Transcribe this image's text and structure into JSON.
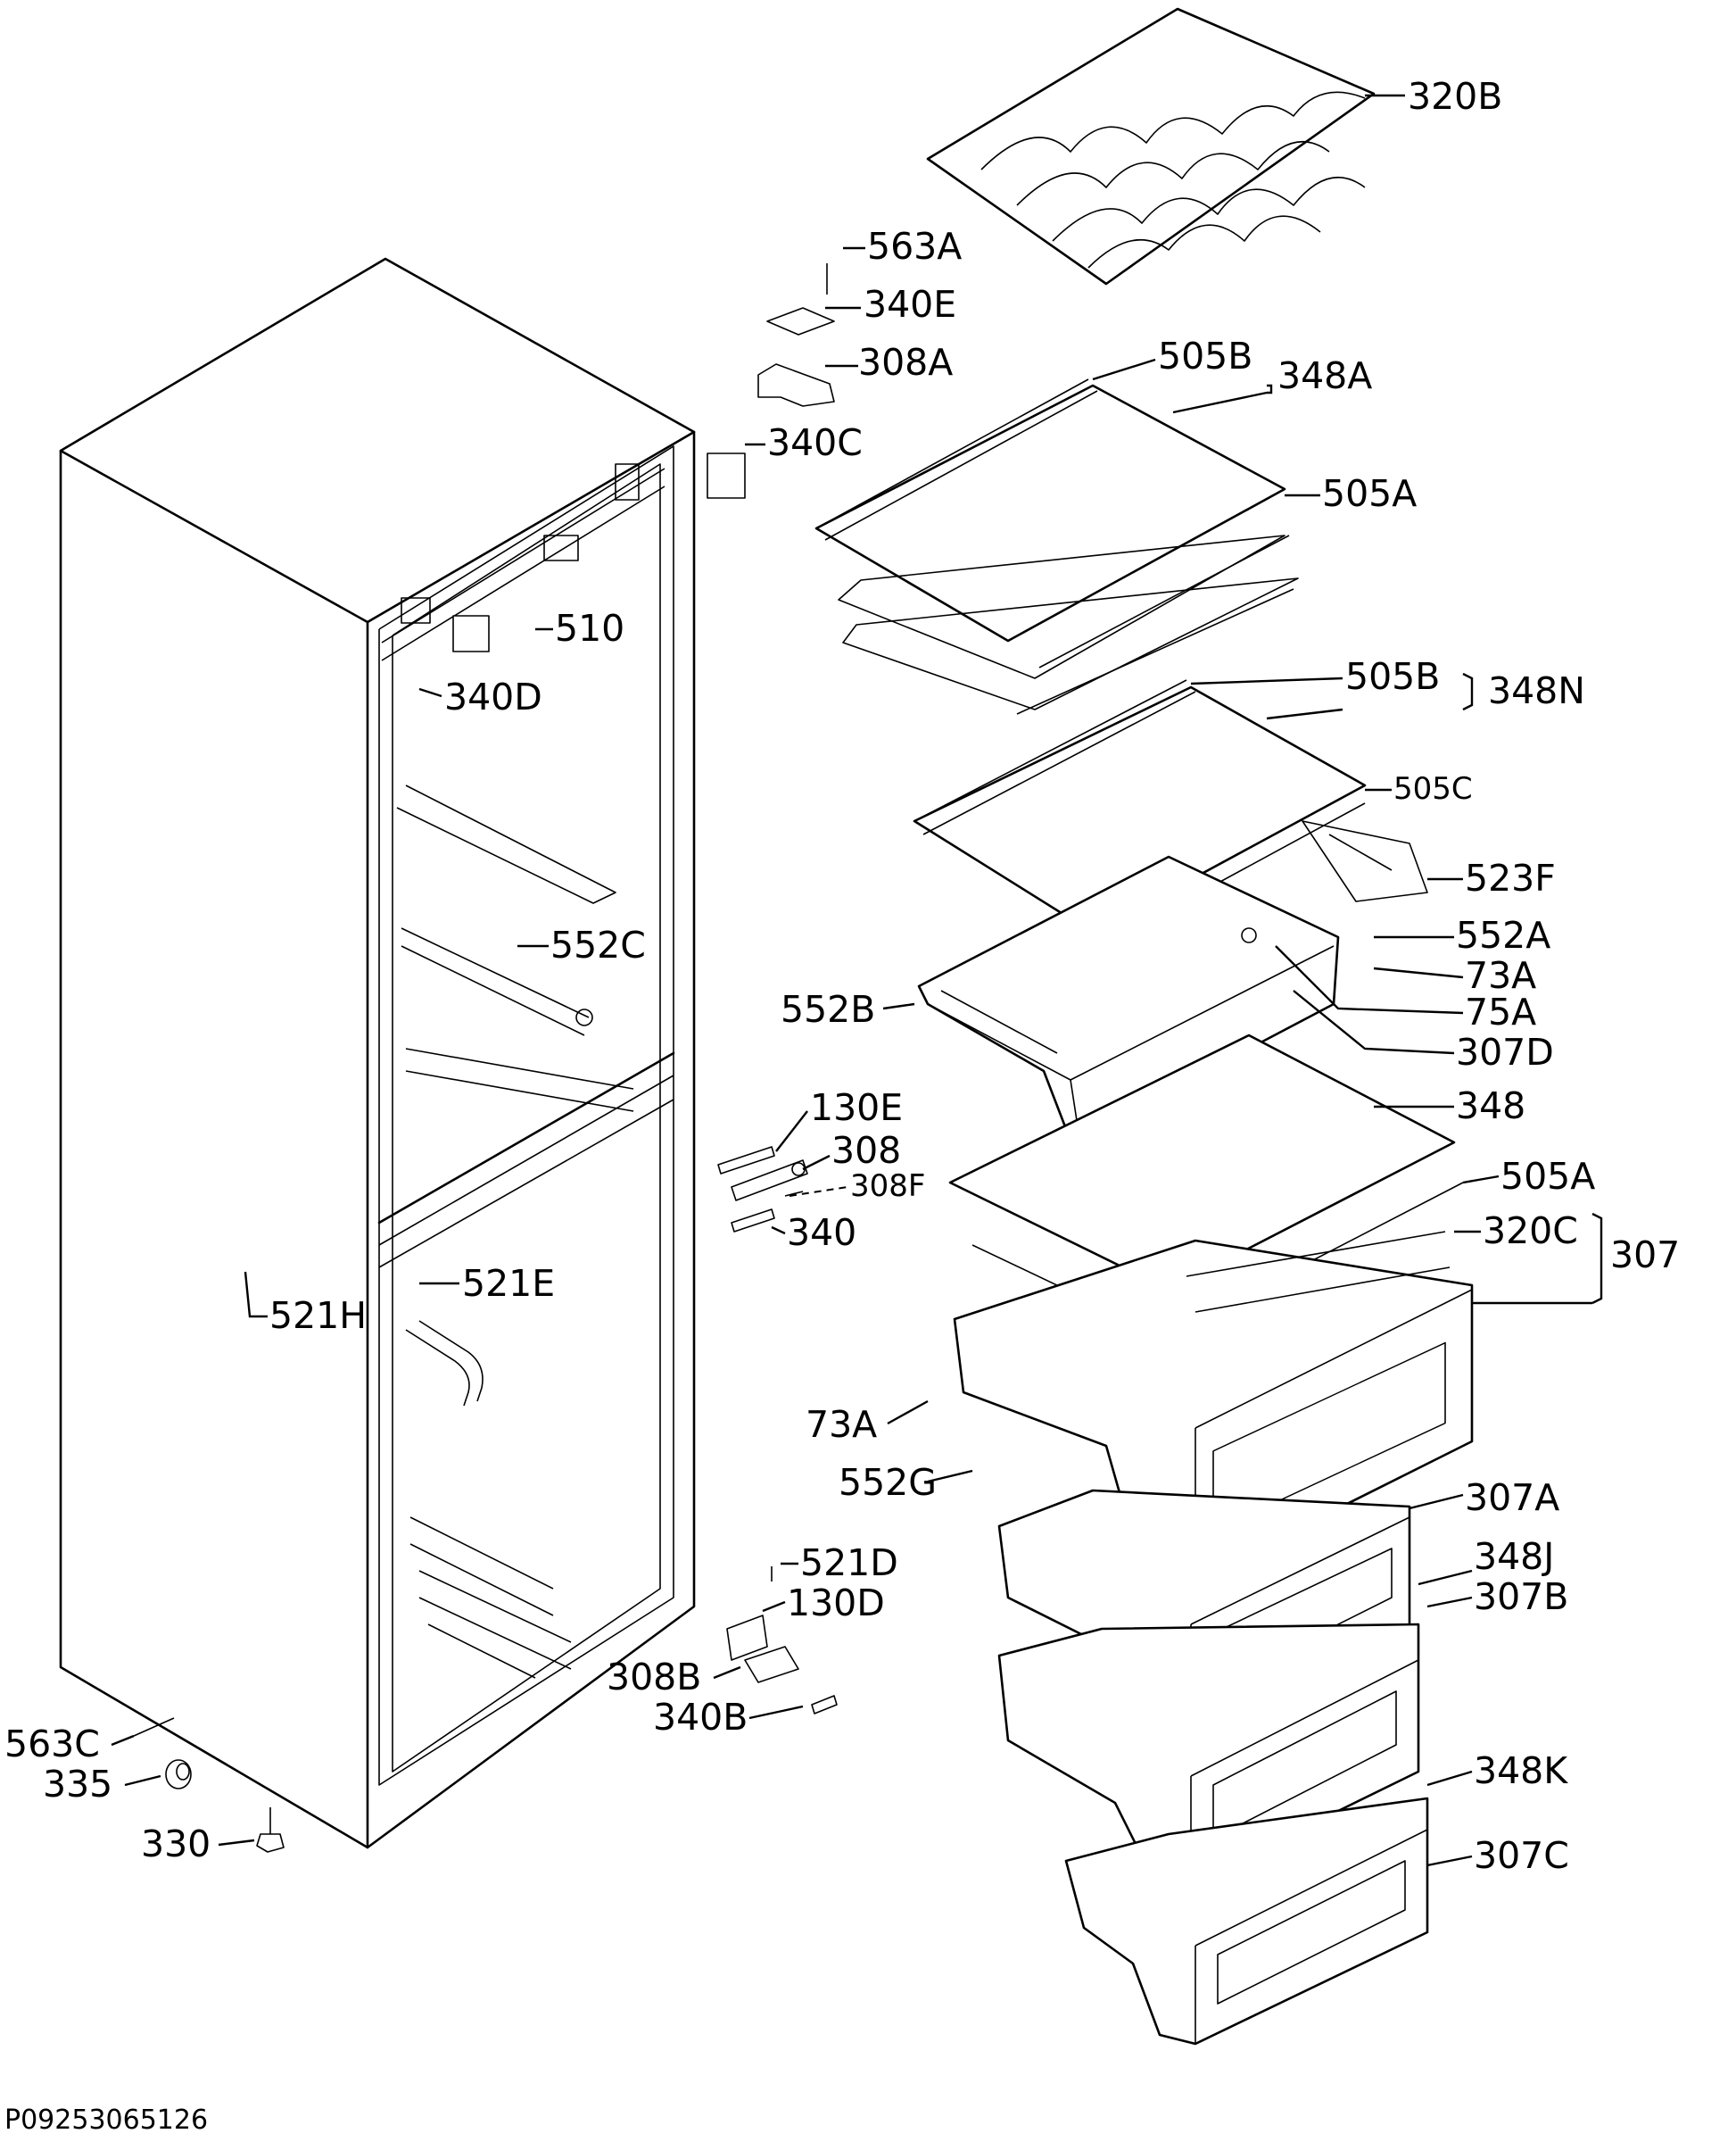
{
  "drawing": {
    "reference_number": "P09253065126"
  },
  "parts": {
    "wine_rack": "320B",
    "screw_top_hinge": "563A",
    "hinge_cover_top": "340E",
    "top_hinge": "308A",
    "hinge_cap_side": "340C",
    "control_panel": "510",
    "cover_340D": "340D",
    "rail_552C": "552C",
    "glass_shelf_set_top": "348A",
    "shelf_trim_rear_top": "505B",
    "shelf_trim_front_top": "505A",
    "glass_shelf_set_mid": "348N",
    "shelf_trim_rear_mid": "505B",
    "shelf_trim_505C": "505C",
    "guide_523F": "523F",
    "rail_552A": "552A",
    "screw_73A_upper": "73A",
    "knob_75A": "75A",
    "drawer_307D": "307D",
    "rail_552B": "552B",
    "glass_shelf_348": "348",
    "shelf_trim_lower": "505A",
    "vent_cover_320C": "320C",
    "freezer_drawer_set": "307",
    "middle_hinge_bracket": "130E",
    "middle_hinge": "308",
    "hinge_pin": "308F",
    "middle_hinge_cover": "340",
    "side_cover_521H": "521H",
    "panel_521E": "521E",
    "screw_73A_lower": "73A",
    "rail_552G": "552G",
    "drawer_307A": "307A",
    "shelf_348J": "348J",
    "drawer_307B": "307B",
    "shelf_348K": "348K",
    "drawer_307C": "307C",
    "pin_521D": "521D",
    "bottom_hinge_bracket": "130D",
    "bottom_hinge": "308B",
    "bottom_hinge_cover": "340B",
    "pin_563C": "563C",
    "roller_335": "335",
    "foot_330": "330"
  }
}
